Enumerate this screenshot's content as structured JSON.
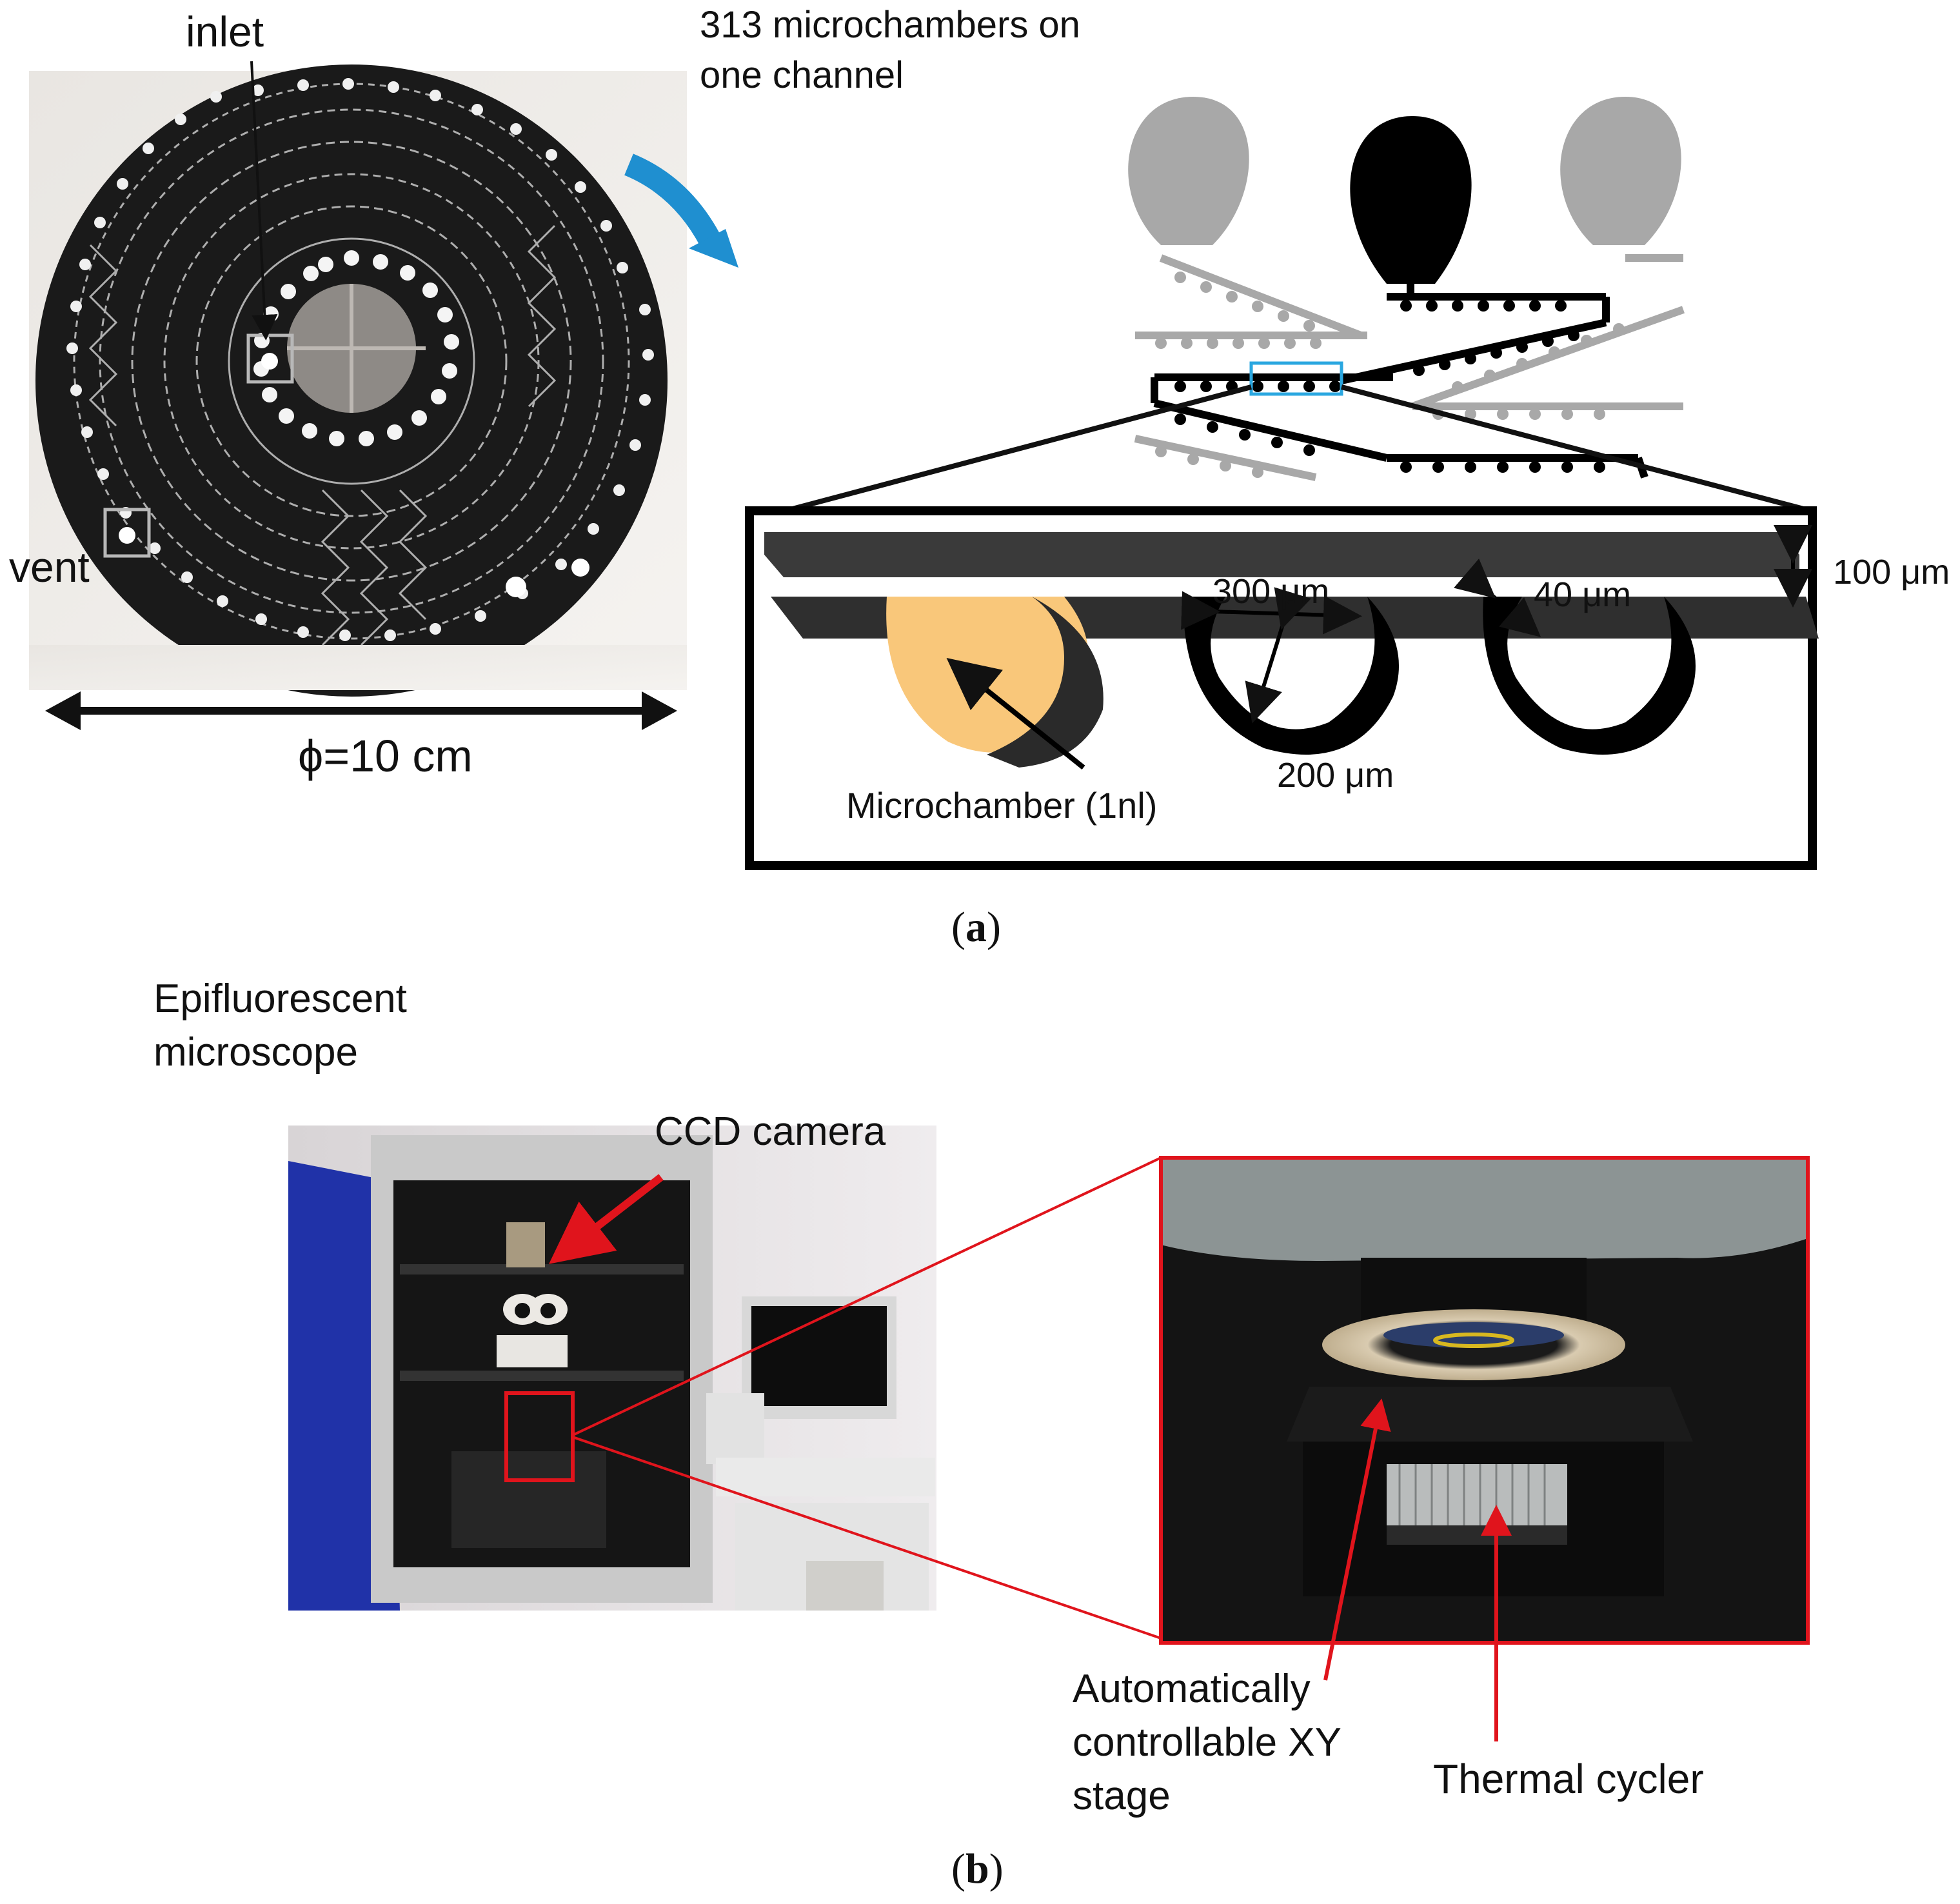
{
  "panel_a": {
    "disc": {
      "inlet_label": "inlet",
      "vent_label": "vent",
      "diameter_label": "ϕ=10 cm"
    },
    "channel_schematic": {
      "caption": "313 microchambers on one channel"
    },
    "crosssection": {
      "dim_300": "300 μm",
      "dim_40": "40 μm",
      "dim_100": "100 μm",
      "dim_200": "200 μm",
      "chamber_label": "Microchamber (1nl)"
    },
    "caption": {
      "open": "(",
      "letter": "a",
      "close": ")"
    }
  },
  "panel_b": {
    "microscope_label_line1": "Epifluorescent",
    "microscope_label_line2": "microscope",
    "ccd_label": "CCD camera",
    "stage_label_line1": "Automatically",
    "stage_label_line2": "controllable XY",
    "stage_label_line3": "stage",
    "cycler_label": "Thermal cycler",
    "caption": {
      "open": "(",
      "letter": "b",
      "close": ")"
    }
  },
  "colors": {
    "arrow_red": "#e0141c",
    "rotation_blue": "#1f8fd0",
    "highlight_cyan": "#2aa7e0",
    "chamber_fill": "#f9c77a",
    "disc_black": "#1a1a1a",
    "cabinet_blue": "#2032a8"
  }
}
